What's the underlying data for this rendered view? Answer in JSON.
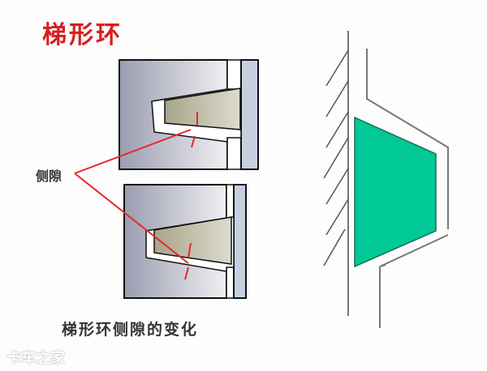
{
  "title": "梯形环",
  "label_side_gap": "侧隙",
  "caption": "梯形环侧隙的变化",
  "watermark": "卡车之家",
  "colors": {
    "title": "#d81e1e",
    "annotation_line": "#e52828",
    "ring_fill_right": "#00c896",
    "piston_gradient_start": "#9a9db0",
    "piston_gradient_end": "#f0f0f2",
    "ring_fill_left": "#c0bfa8",
    "cylinder_wall": "#c4cfe0"
  },
  "diagrams": [
    {
      "name": "top-section",
      "description": "trapezoid ring in groove, position 1"
    },
    {
      "name": "bottom-section",
      "description": "trapezoid ring in groove, position 2"
    },
    {
      "name": "schematic",
      "description": "trapezoid ring schematic with hatched cylinder wall"
    }
  ]
}
